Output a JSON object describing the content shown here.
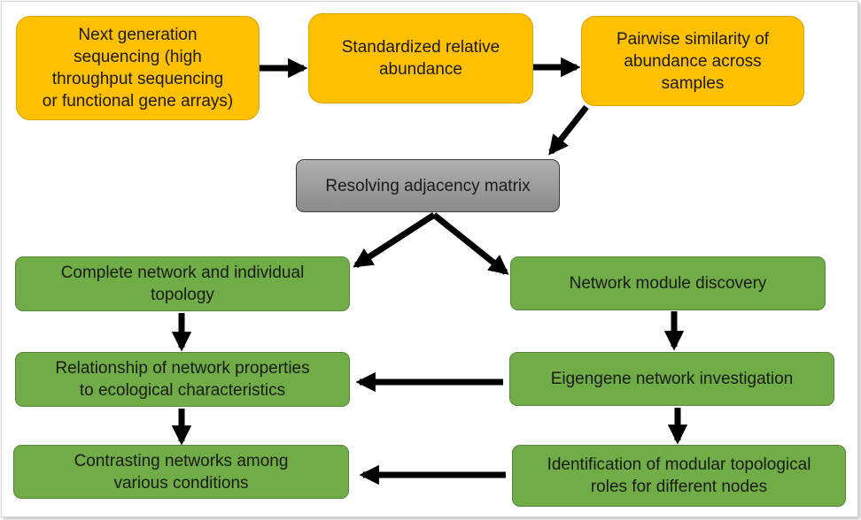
{
  "colors": {
    "orange": "#ffc000",
    "gray": "#9a9a9a",
    "green": "#70ad47",
    "arrow": "#000000"
  },
  "nodes": {
    "ngs": "Next generation\nsequencing (high\nthroughput sequencing\nor functional gene arrays)",
    "standardized": "Standardized relative\nabundance",
    "pairwise": "Pairwise similarity of\nabundance across\nsamples",
    "adjacency": "Resolving adjacency matrix",
    "complete_network": "Complete network and individual\ntopology",
    "module_discovery": "Network module discovery",
    "relationship": "Relationship of network properties\nto ecological characteristics",
    "eigengene": "Eigengene network investigation",
    "contrasting": "Contrasting  networks among\nvarious conditions",
    "identification": "Identification of modular topological\nroles for different nodes"
  }
}
